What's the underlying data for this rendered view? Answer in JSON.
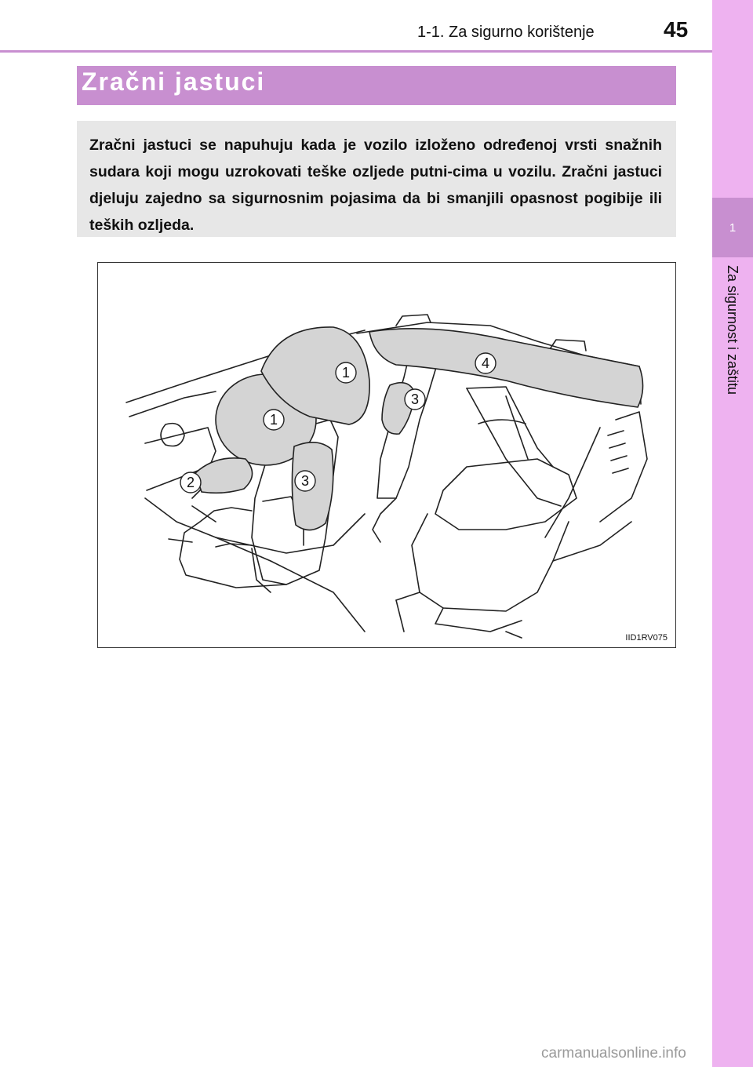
{
  "header": {
    "section": "1-1. Za sigurno korištenje",
    "page_number": "45"
  },
  "side_tab": {
    "chapter_number": "1",
    "chapter_title": "Za sigurnost i zaštitu"
  },
  "title": "Zračni jastuci",
  "intro": "Zračni jastuci se napuhuju kada je vozilo izloženo određenoj vrsti snažnih sudara koji mogu uzrokovati teške ozljede putni-cima u vozilu. Zračni jastuci djeluju zajedno sa sigurnosnim pojasima da bi smanjili opasnost pogibije ili teških ozljeda.",
  "figure": {
    "callouts": [
      "1",
      "1",
      "2",
      "3",
      "3",
      "4"
    ],
    "code": "IID1RV075"
  },
  "watermark": "carmanualsonline.info",
  "colors": {
    "accent": "#c88fd0",
    "side_tab": "#eeb2f0",
    "intro_bg": "#e7e7e7",
    "airbag_fill": "#d4d4d4"
  }
}
